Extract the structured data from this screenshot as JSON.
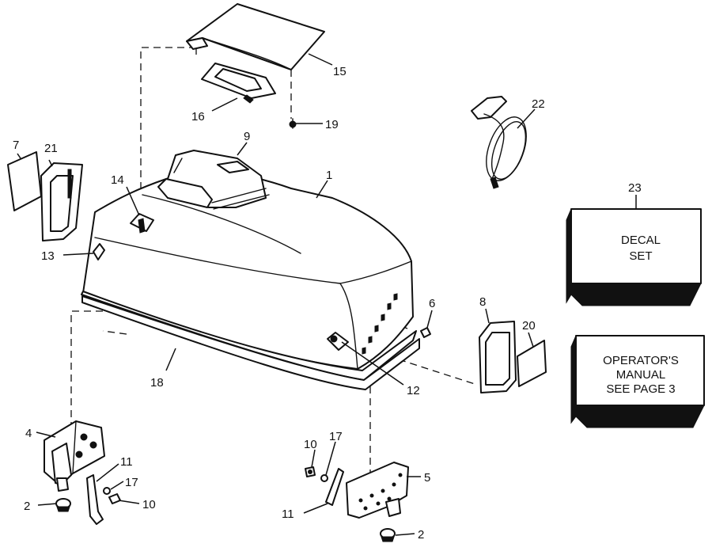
{
  "callouts": [
    {
      "id": "1",
      "label": "1"
    },
    {
      "id": "2a",
      "label": "2"
    },
    {
      "id": "2b",
      "label": "2"
    },
    {
      "id": "4",
      "label": "4"
    },
    {
      "id": "5",
      "label": "5"
    },
    {
      "id": "6",
      "label": "6"
    },
    {
      "id": "7",
      "label": "7"
    },
    {
      "id": "8",
      "label": "8"
    },
    {
      "id": "9",
      "label": "9"
    },
    {
      "id": "10a",
      "label": "10"
    },
    {
      "id": "10b",
      "label": "10"
    },
    {
      "id": "11a",
      "label": "11"
    },
    {
      "id": "11b",
      "label": "11"
    },
    {
      "id": "12",
      "label": "12"
    },
    {
      "id": "13",
      "label": "13"
    },
    {
      "id": "14",
      "label": "14"
    },
    {
      "id": "15",
      "label": "15"
    },
    {
      "id": "16",
      "label": "16"
    },
    {
      "id": "17a",
      "label": "17"
    },
    {
      "id": "17b",
      "label": "17"
    },
    {
      "id": "18",
      "label": "18"
    },
    {
      "id": "19",
      "label": "19"
    },
    {
      "id": "20",
      "label": "20"
    },
    {
      "id": "21",
      "label": "21"
    },
    {
      "id": "22",
      "label": "22"
    },
    {
      "id": "23",
      "label": "23"
    }
  ],
  "boxes": {
    "decal_set": {
      "line1": "DECAL",
      "line2": "SET"
    },
    "operators_manual": {
      "line1": "OPERATOR'S",
      "line2": "MANUAL",
      "line3": "SEE PAGE 3"
    }
  }
}
